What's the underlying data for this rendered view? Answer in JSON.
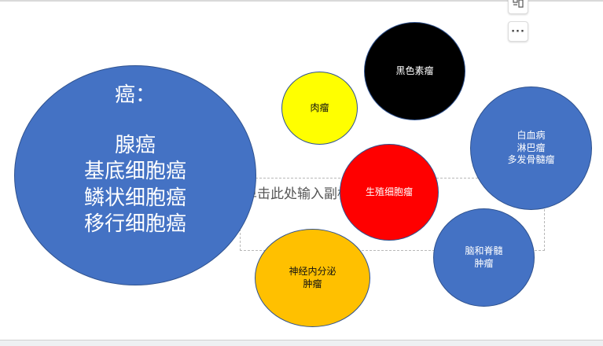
{
  "toolbar": {
    "layout_icon": "layout-options-icon",
    "more_label": "···"
  },
  "placeholder": {
    "text": "单击此处输入副标题"
  },
  "circles": {
    "main": {
      "title": "癌：",
      "body": "腺癌\n基底细胞癌\n鳞状细胞癌\n移行细胞癌",
      "color": "#4472c4"
    },
    "rou": {
      "label": "肉瘤",
      "color": "#ffff00"
    },
    "hei": {
      "label": "黑色素瘤",
      "color": "#000000"
    },
    "sheng": {
      "label": "生殖细胞瘤",
      "color": "#ff0000"
    },
    "xue": {
      "label": "白血病\n淋巴瘤\n多发骨髓瘤",
      "color": "#4472c4"
    },
    "nao": {
      "label": "脑和脊髓\n肿瘤",
      "color": "#4472c4"
    },
    "shen": {
      "label": "神经内分泌\n肿瘤",
      "color": "#ffc000"
    }
  }
}
